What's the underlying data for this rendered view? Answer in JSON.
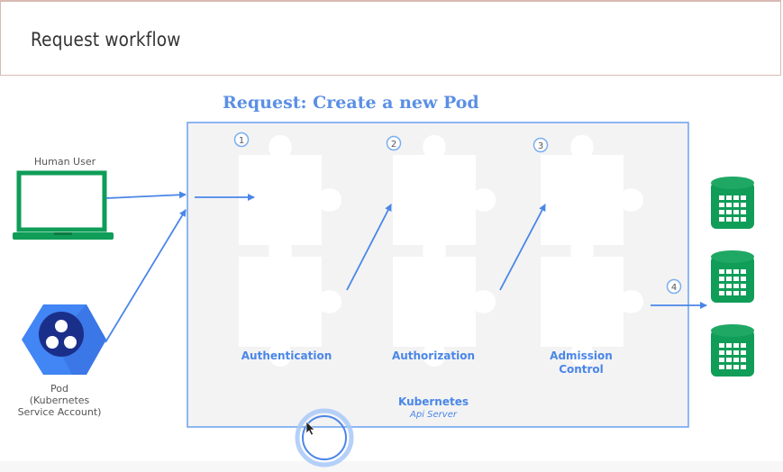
{
  "header": {
    "title": "Request workflow"
  },
  "diagram": {
    "title": "Request: Create a new Pod",
    "human_user_label": "Human User",
    "pod_label": [
      "Pod",
      "(Kubernetes",
      "Service Account)"
    ],
    "stages": [
      {
        "step": "1",
        "label": "Authentication",
        "label2": ""
      },
      {
        "step": "2",
        "label": "Authorization",
        "label2": ""
      },
      {
        "step": "3",
        "label": "Admission",
        "label2": "Control"
      }
    ],
    "final_step": "4",
    "api_server": {
      "name": "Kubernetes",
      "sub": "Api Server"
    }
  },
  "colors": {
    "accent": "#4a86e8",
    "green": "#0f9d58",
    "pod_blue": "#4285f4",
    "pod_dark": "#1a3a8f",
    "box_bg": "#f3f3f3"
  }
}
